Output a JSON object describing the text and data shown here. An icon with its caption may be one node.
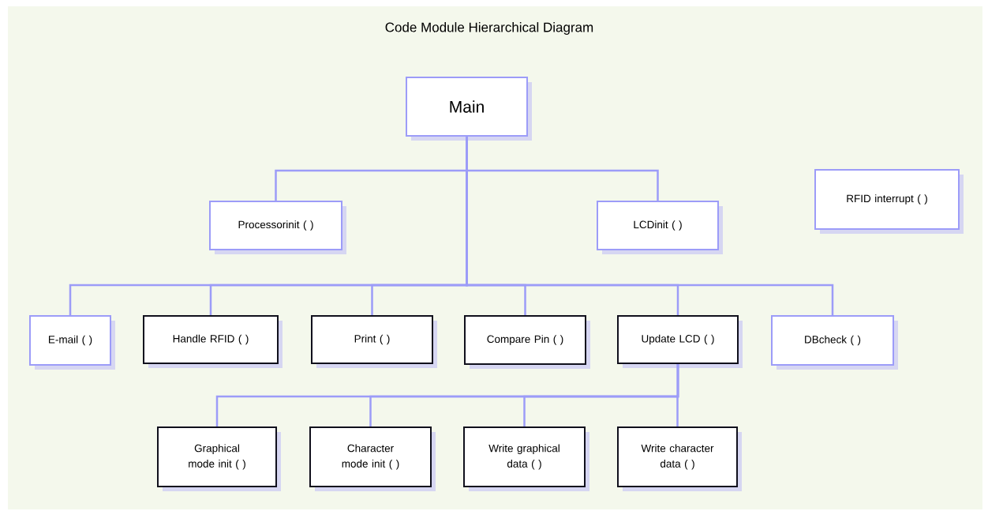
{
  "diagram": {
    "title": "Code Module Hierarchical Diagram",
    "nodes": [
      {
        "text": [
          "Main"
        ]
      },
      {
        "text": [
          "Processorinit ( )"
        ]
      },
      {
        "text": [
          "LCDinit ( )"
        ]
      },
      {
        "text": [
          "RFID interrupt ( )"
        ]
      },
      {
        "text": [
          "E-mail ( )"
        ]
      },
      {
        "text": [
          "Handle RFID ( )"
        ]
      },
      {
        "text": [
          "Print ( )"
        ]
      },
      {
        "text": [
          "Compare Pin ( )"
        ]
      },
      {
        "text": [
          "Update LCD ( )"
        ]
      },
      {
        "text": [
          "DBcheck ( )"
        ]
      },
      {
        "text": [
          "Graphical mode init ( )"
        ]
      },
      {
        "text": [
          "Character mode init ( )"
        ]
      },
      {
        "text": [
          "Write graphical data ( )"
        ]
      },
      {
        "text": [
          "Write character data ( )"
        ]
      }
    ],
    "edges": [
      {
        "from": 0,
        "to": 1,
        "arrow": "none"
      },
      {
        "from": 0,
        "to": 2,
        "arrow": "none"
      },
      {
        "from": 0,
        "to": 4,
        "arrow": "none"
      },
      {
        "from": 0,
        "to": 5,
        "arrow": "none"
      },
      {
        "from": 0,
        "to": 6,
        "arrow": "none"
      },
      {
        "from": 0,
        "to": 7,
        "arrow": "none"
      },
      {
        "from": 0,
        "to": 8,
        "arrow": "none"
      },
      {
        "from": 0,
        "to": 9,
        "arrow": "none"
      },
      {
        "from": 8,
        "to": 10,
        "arrow": "none"
      },
      {
        "from": 8,
        "to": 11,
        "arrow": "none"
      },
      {
        "from": 8,
        "to": 12,
        "arrow": "none"
      },
      {
        "from": 8,
        "to": 13,
        "arrow": "none"
      }
    ]
  }
}
